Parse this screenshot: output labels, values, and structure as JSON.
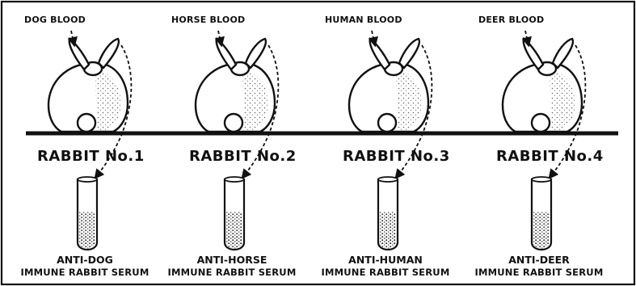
{
  "panels": [
    {
      "blood_label": "DOG BLOOD",
      "rabbit_label": "RABBIT No.1",
      "serum_line1": "ANTI-DOG",
      "serum_line2": "IMMUNE RABBIT SERUM"
    },
    {
      "blood_label": "HORSE BLOOD",
      "rabbit_label": "RABBIT No.2",
      "serum_line1": "ANTI-HORSE",
      "serum_line2": "IMMUNE RABBIT SERUM"
    },
    {
      "blood_label": "HUMAN BLOOD",
      "rabbit_label": "RABBIT No.3",
      "serum_line1": "ANTI-HUMAN",
      "serum_line2": "IMMUNE RABBIT SERUM"
    },
    {
      "blood_label": "DEER BLOOD",
      "rabbit_label": "RABBIT No.4",
      "serum_line1": "ANTI-DEER",
      "serum_line2": "IMMUNE RABBIT SERUM"
    }
  ]
}
